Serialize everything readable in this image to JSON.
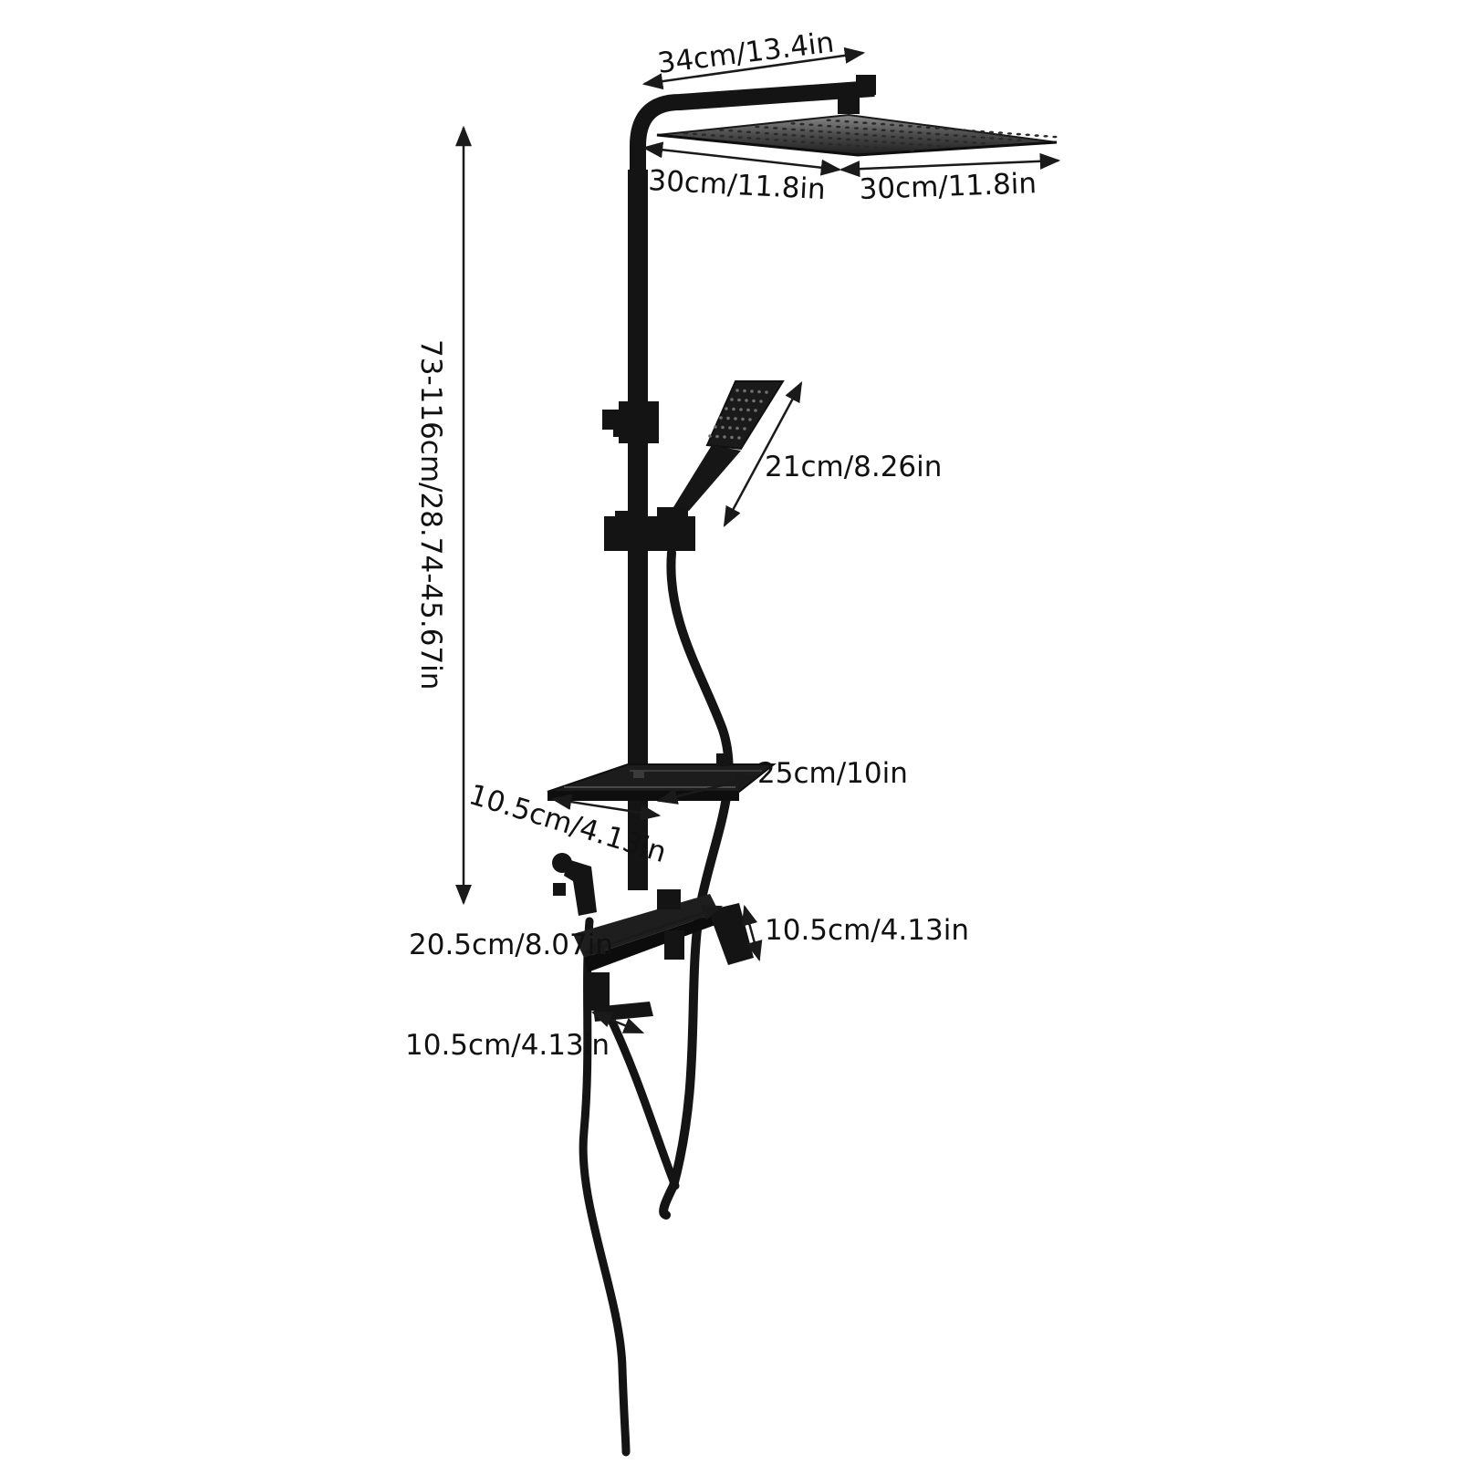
{
  "colors": {
    "background": "#ffffff",
    "fixture": "#141414",
    "dimension_line": "#1a1a1a",
    "label_text": "#111111"
  },
  "dimensions": {
    "top_arm_length": "34cm/13.4in",
    "head_width_left": "30cm/11.8in",
    "head_width_right": "30cm/11.8in",
    "total_height": "73-116cm/28.74-45.67in",
    "hand_shower_length": "21cm/8.26in",
    "shelf_length": "25cm/10in",
    "shelf_depth": "10.5cm/4.13in",
    "mixer_width": "20.5cm/8.07in",
    "mixer_height": "10.5cm/4.13in",
    "spout_length": "10.5cm/4.13in"
  },
  "icons": {
    "rain_head": "rain-shower-head-icon",
    "hand_shower": "hand-shower-icon",
    "shelf": "shelf-icon",
    "mixer": "mixer-valve-icon",
    "bidet_sprayer": "bidet-sprayer-icon"
  }
}
